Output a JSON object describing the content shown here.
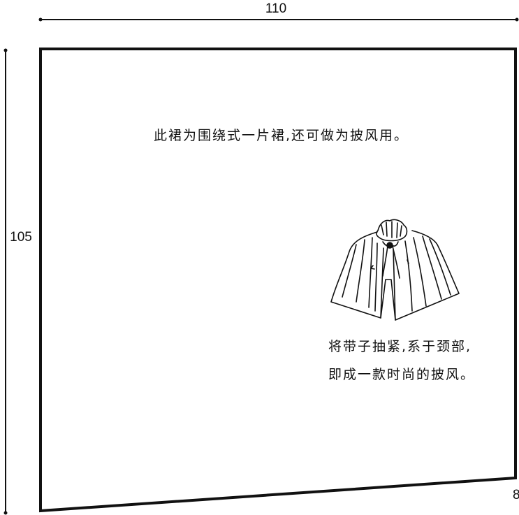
{
  "dimensions": {
    "width": "110",
    "height": "105",
    "slope_drop": "8"
  },
  "notes": {
    "main": "此裙为围绕式一片裙,还可做为披风用。",
    "cape_line1": "将带子抽紧,系于颈部,",
    "cape_line2": "即成一款时尚的披风。"
  },
  "colors": {
    "line": "#111111",
    "background": "#ffffff"
  }
}
